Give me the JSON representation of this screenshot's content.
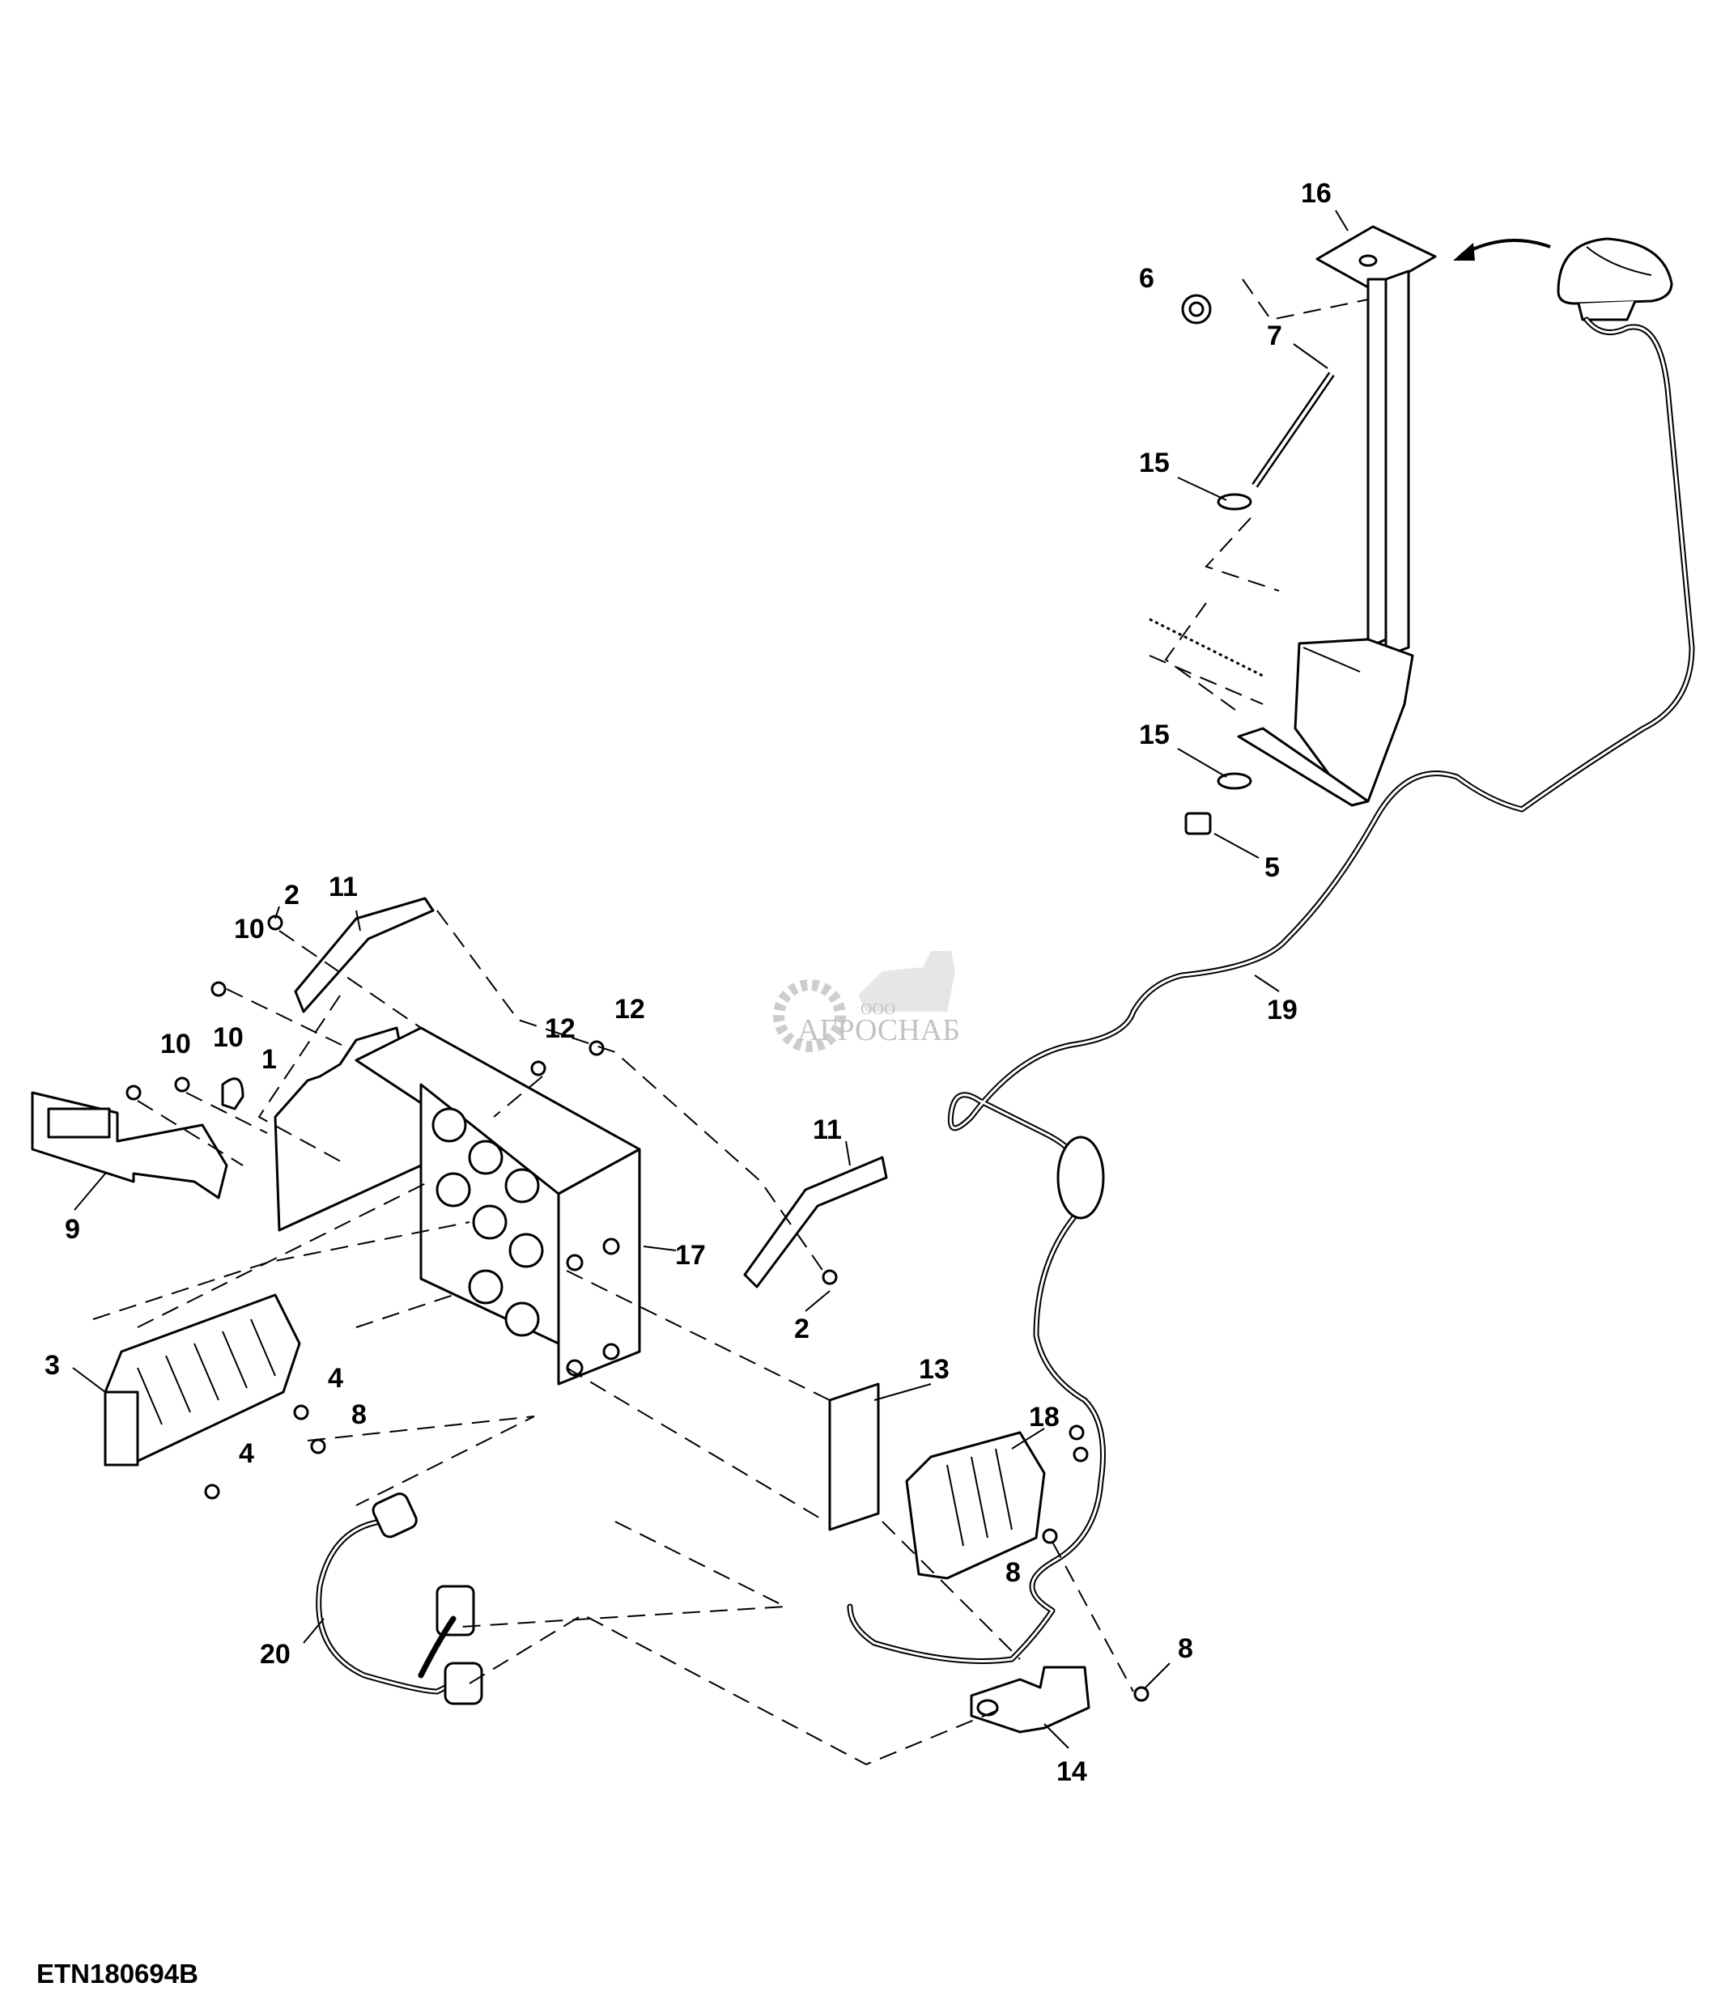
{
  "figure_id": "ETN180694B",
  "watermark": {
    "prefix": "ООО",
    "name": "АГРОСНАБ"
  },
  "callouts": {
    "c16": "16",
    "c6": "6",
    "c7": "7",
    "c15a": "15",
    "c15b": "15",
    "c5": "5",
    "c19": "19",
    "c11a": "11",
    "c2a": "2",
    "c10a": "10",
    "c12a": "12",
    "c12b": "12",
    "c10b": "10",
    "c10c": "10",
    "c1": "1",
    "c9": "9",
    "c11b": "11",
    "c17": "17",
    "c2b": "2",
    "c3": "3",
    "c4a": "4",
    "c8a": "8",
    "c4b": "4",
    "c13": "13",
    "c18": "18",
    "c8b": "8",
    "c8c": "8",
    "c20": "20",
    "c14": "14"
  },
  "colors": {
    "line": "#000000",
    "watermark": "#bdbdbd"
  }
}
